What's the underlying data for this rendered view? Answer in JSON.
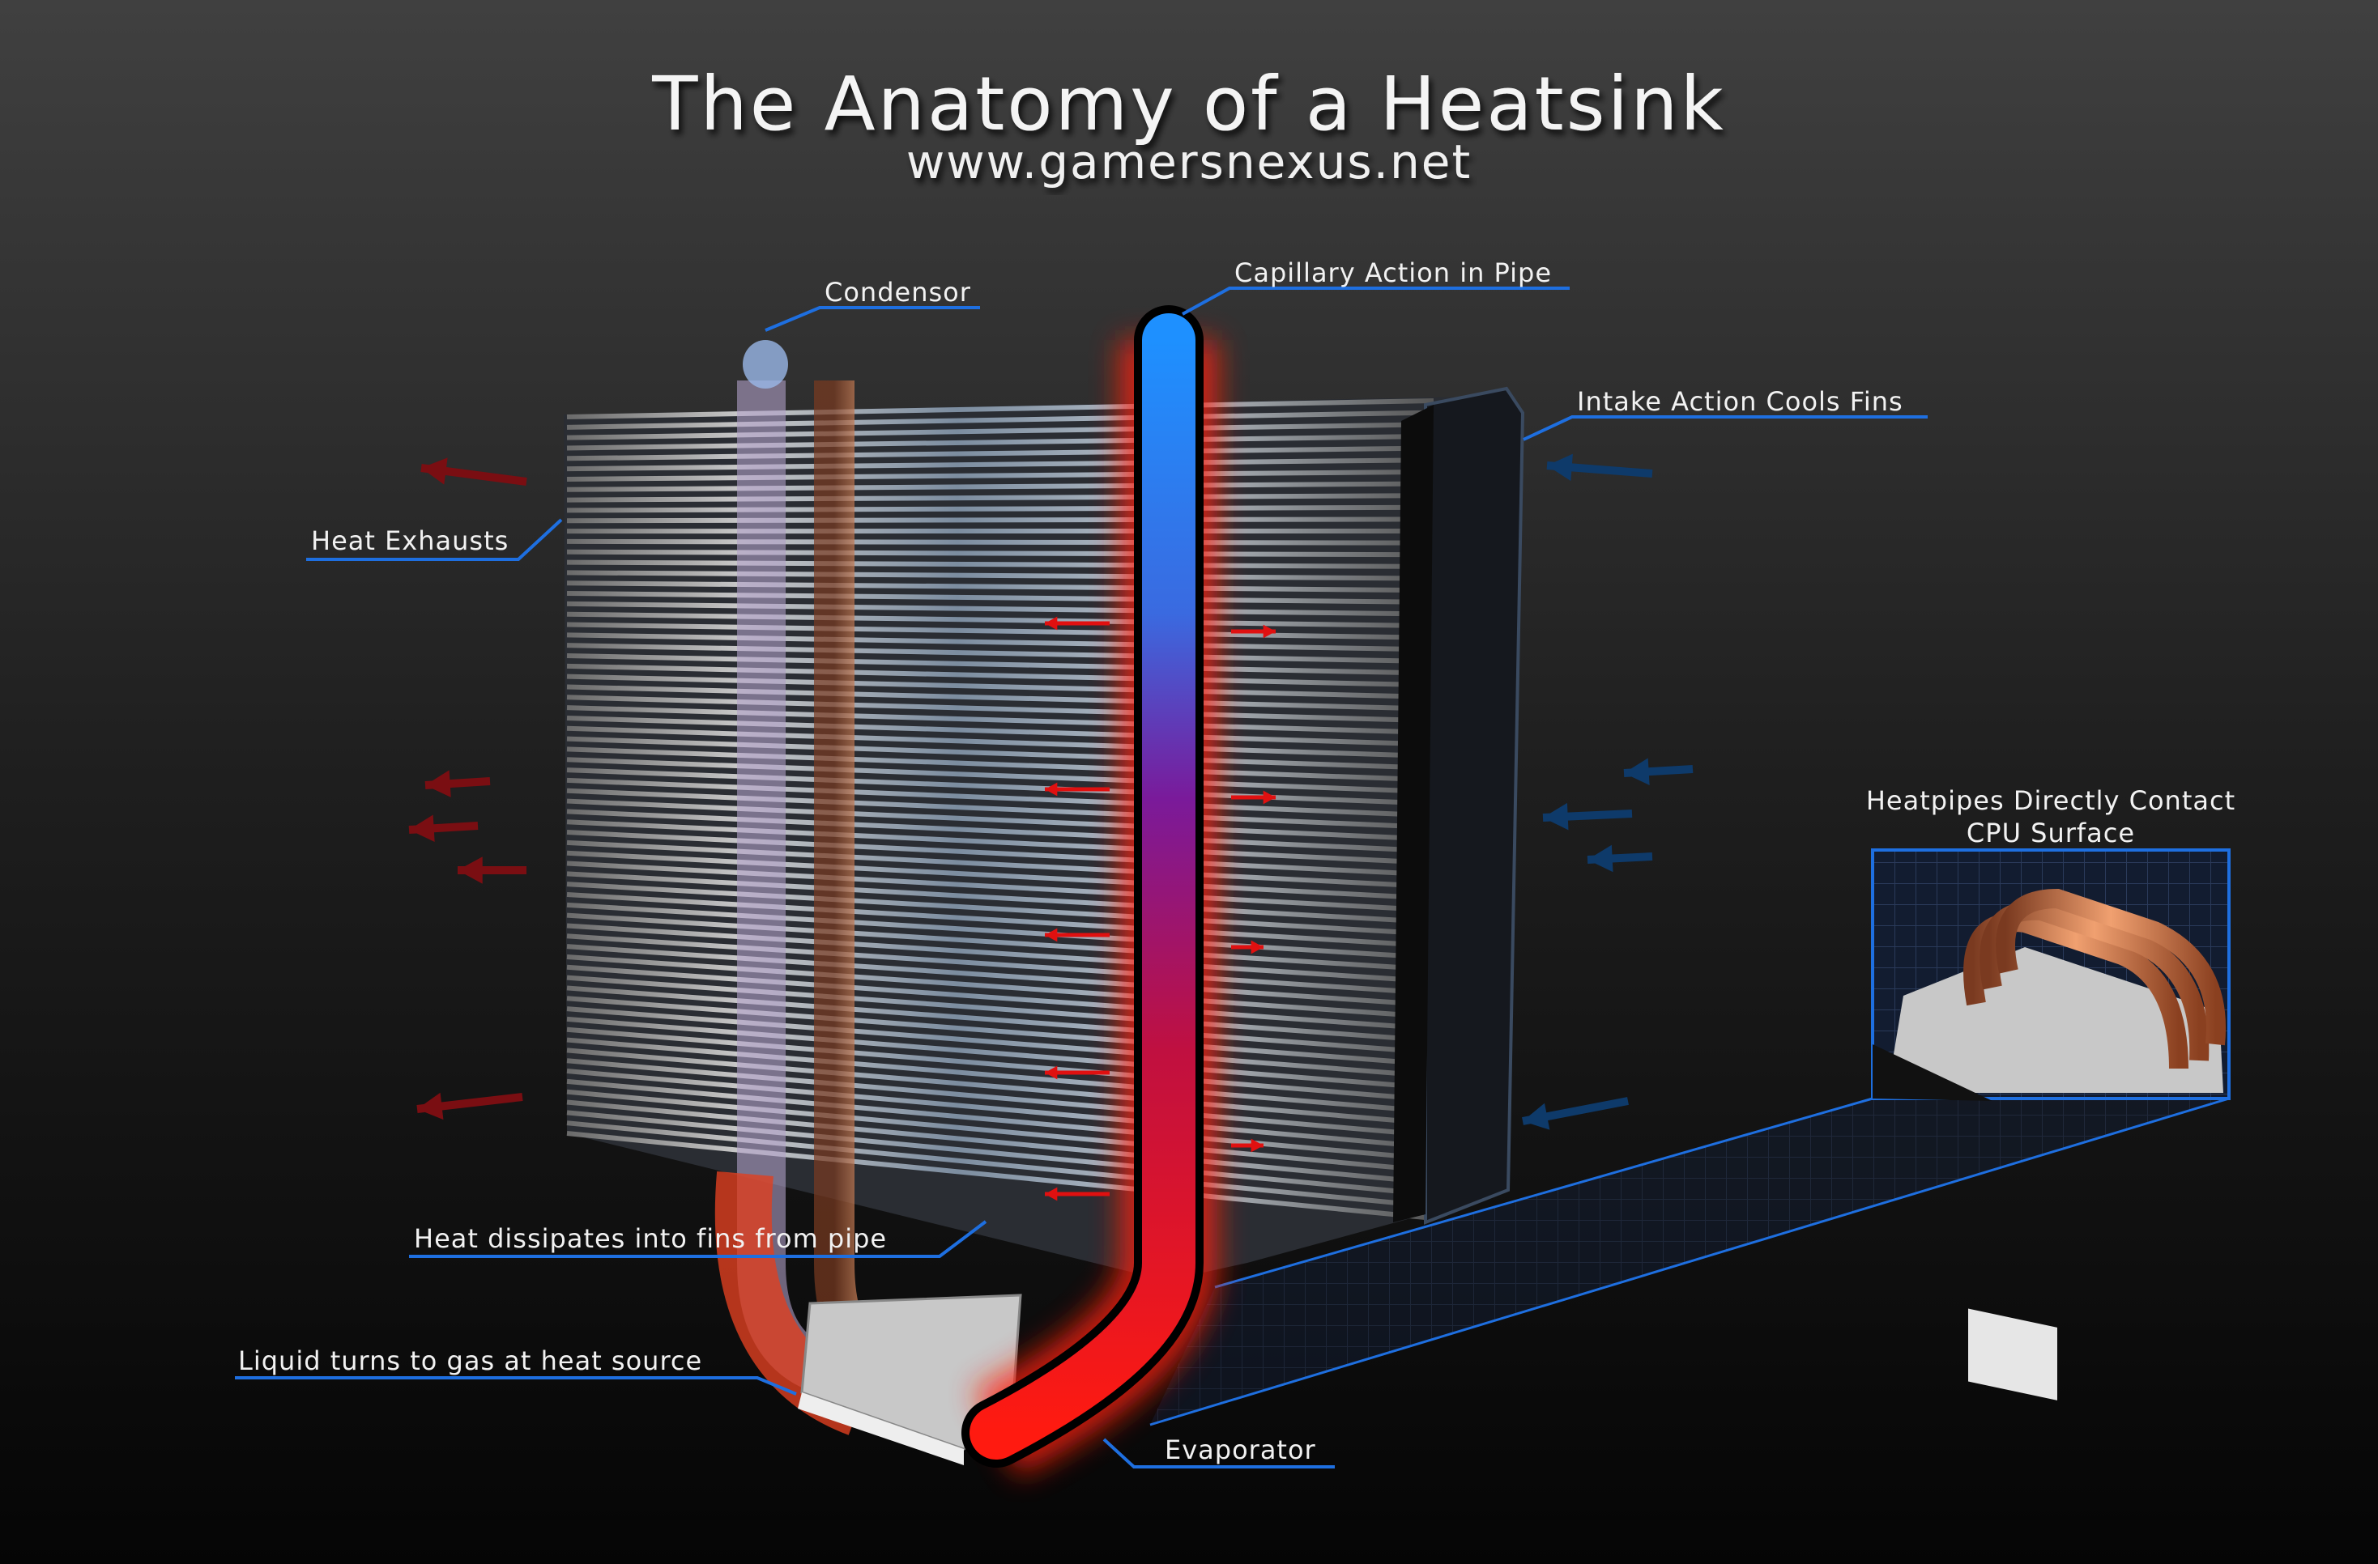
{
  "header": {
    "title": "The Anatomy of a Heatsink",
    "subtitle": "www.gamersnexus.net"
  },
  "labels": {
    "condensor": "Condensor",
    "capillary": "Capillary Action in Pipe",
    "intake": "Intake Action Cools Fins",
    "exhausts": "Heat Exhausts",
    "inset_line1": "Heatpipes Directly Contact",
    "inset_line2": "CPU Surface",
    "dissipates": "Heat dissipates into fins from pipe",
    "liquid_gas": "Liquid turns to gas at heat source",
    "evaporator": "Evaporator"
  },
  "colors": {
    "accent_blue": "#1e6fe0",
    "hot_red": "#e01010",
    "cool_blue": "#1a8cff",
    "copper": "#d9825a"
  }
}
